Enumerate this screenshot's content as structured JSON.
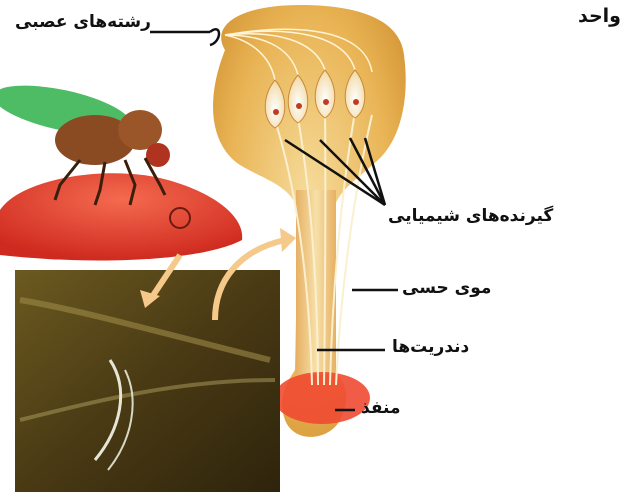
{
  "labels": {
    "nerve_fibers": "رشته‌های عصبی",
    "chemoreceptors": "گیرنده‌های شیمیایی",
    "sensory_hair": "موی حسی",
    "dendrites": "دندریت‌ها",
    "pore": "منفذ",
    "corner_text": "واحد"
  },
  "icons": [
    "fly-illustration",
    "food-dome",
    "magnified-inset",
    "sensory-hair-bulb",
    "receptor-cell",
    "curved-arrow"
  ],
  "colors": {
    "bulb": "#e9b455",
    "bulb_light": "#f3d08a",
    "food_red": "#e3352a",
    "inset_dark": "#4a3a14",
    "pore_red": "#ef4a32",
    "fly_body": "#8a4a22",
    "fly_wing": "#2fb04a"
  }
}
